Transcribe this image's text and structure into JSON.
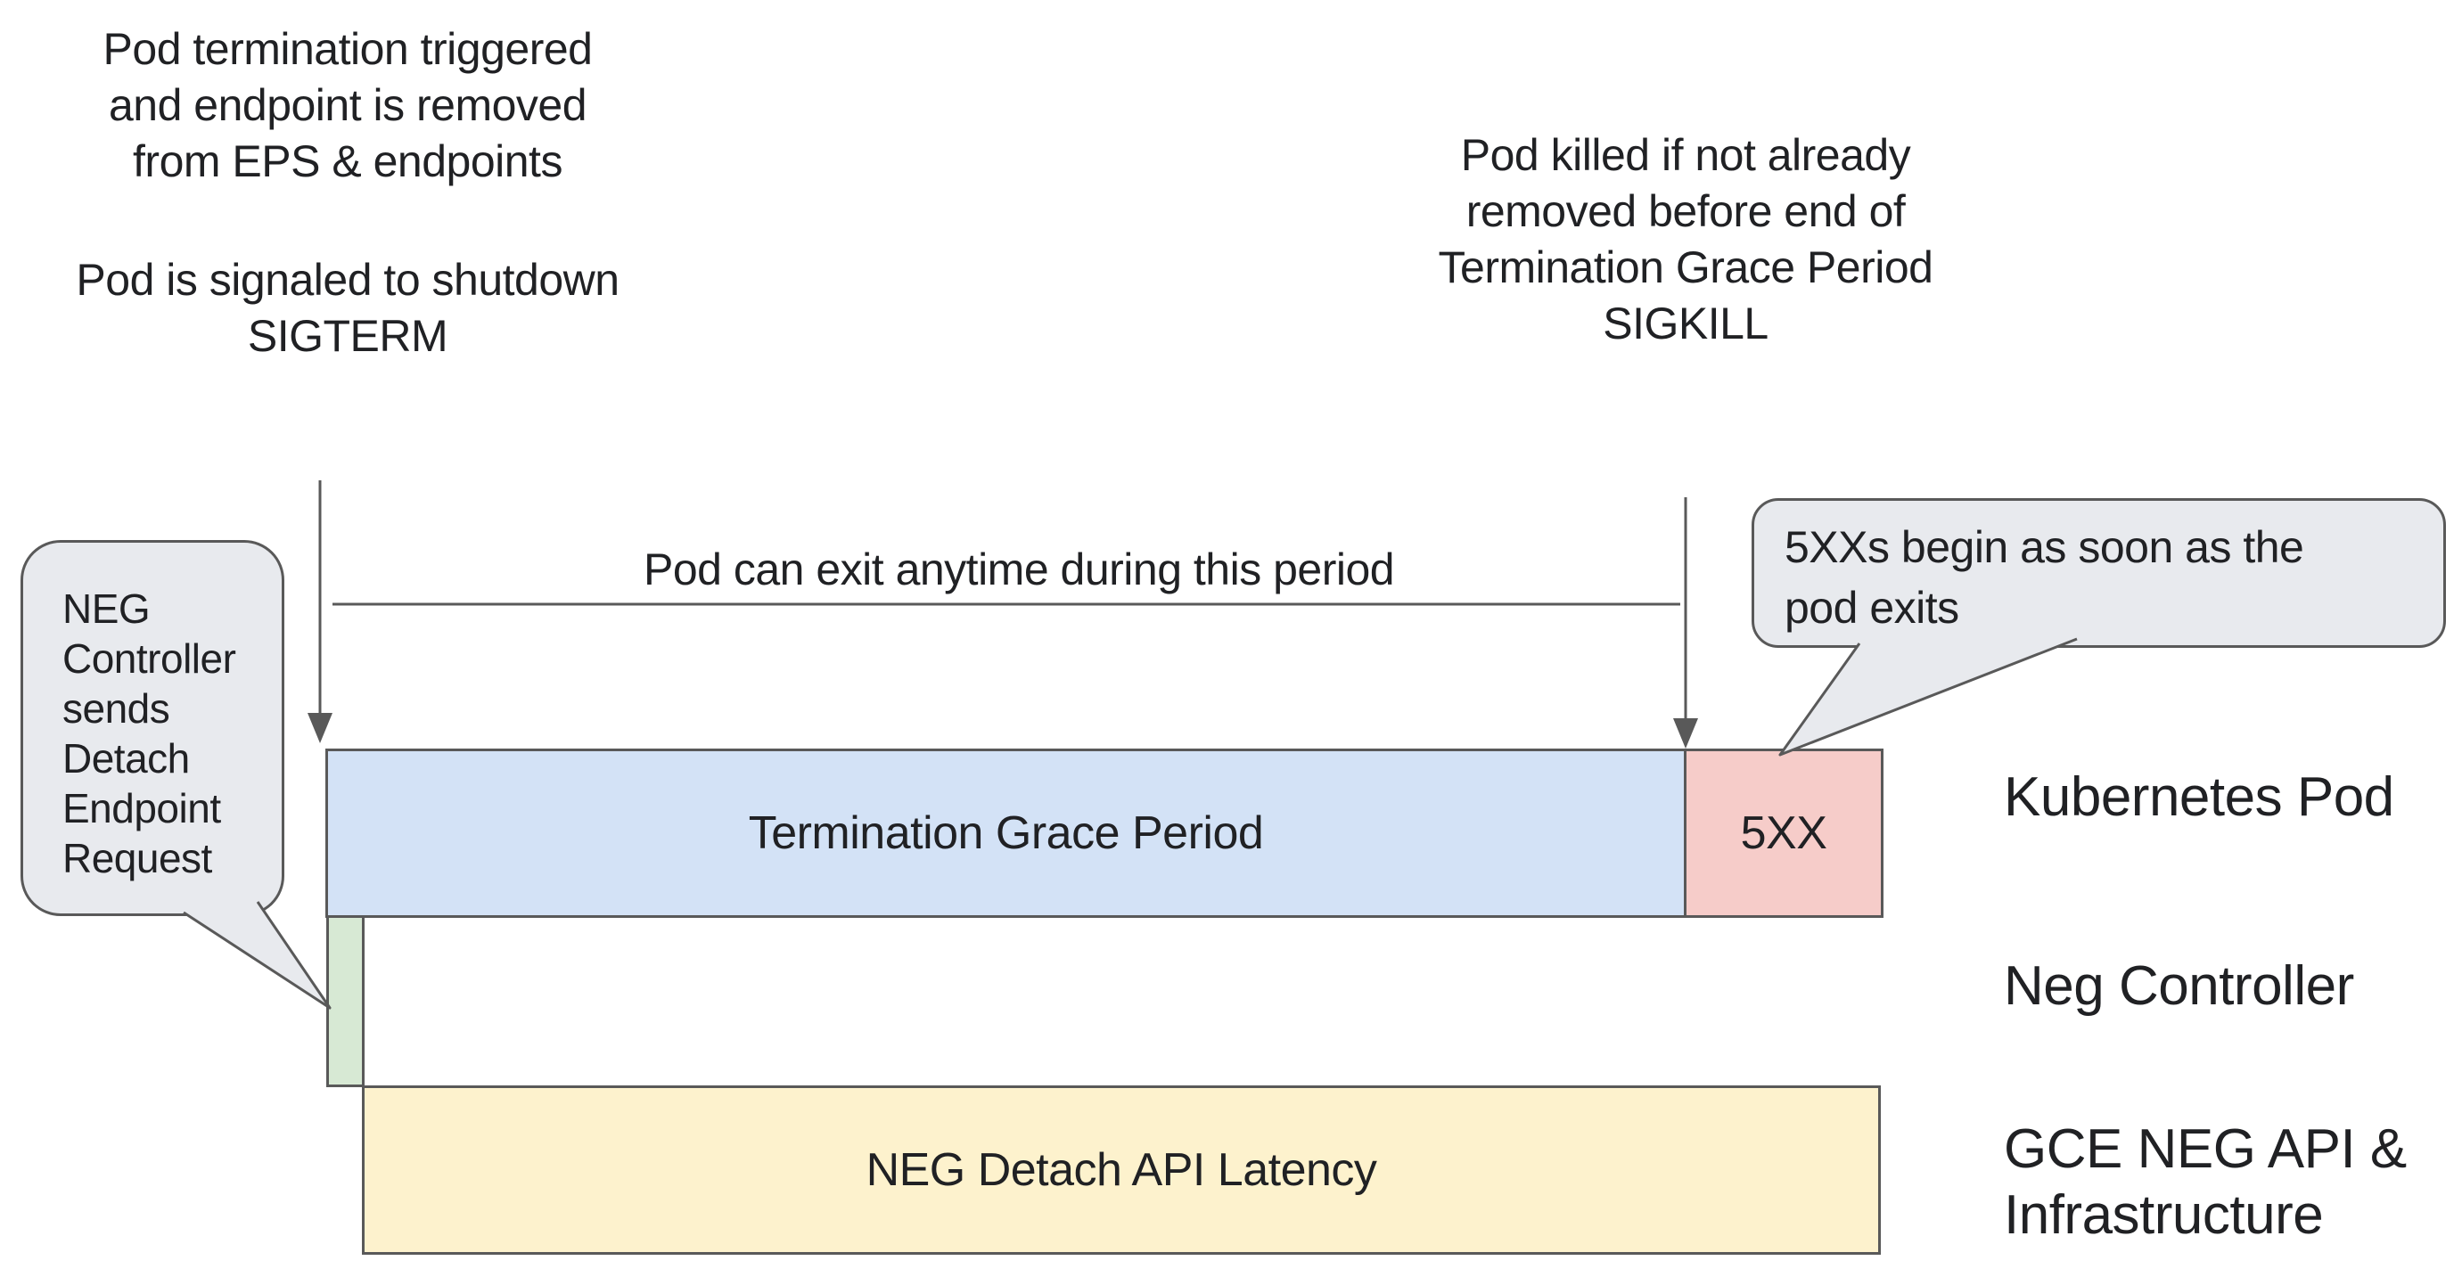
{
  "colors": {
    "background": "#ffffff",
    "text": "#202124",
    "stroke_gray": "#595959",
    "bubble_fill": "#e8eaee",
    "grace_bar_fill": "#d3e2f6",
    "error_bar_fill": "#f6ccc9",
    "detach_bar_fill": "#d7e9d4",
    "latency_bar_fill": "#fdf2cd"
  },
  "annotations": {
    "top_left": {
      "para1_lines": [
        "Pod termination triggered",
        "and endpoint is removed",
        "from EPS & endpoints"
      ],
      "para2_lines": [
        "Pod is signaled to shutdown",
        "SIGTERM"
      ]
    },
    "top_right": {
      "lines": [
        "Pod killed if not already",
        "removed before end of",
        "Termination Grace Period",
        "SIGKILL"
      ]
    },
    "period_label": "Pod can exit anytime during this period"
  },
  "bubbles": {
    "left": {
      "lines": [
        "NEG",
        "Controller",
        "sends",
        "Detach",
        "Endpoint",
        "Request"
      ]
    },
    "right": {
      "lines": [
        "5XXs begin as soon as the",
        "pod exits"
      ]
    }
  },
  "bars": {
    "grace_period": {
      "label": "Termination Grace Period"
    },
    "errors": {
      "label": "5XX"
    },
    "detach_request": {
      "label": ""
    },
    "neg_latency": {
      "label": "NEG Detach API Latency"
    }
  },
  "lanes": {
    "kubernetes_pod": "Kubernetes Pod",
    "neg_controller": "Neg Controller",
    "gce_neg_line1": "GCE NEG API &",
    "gce_neg_line2": "Infrastructure"
  }
}
